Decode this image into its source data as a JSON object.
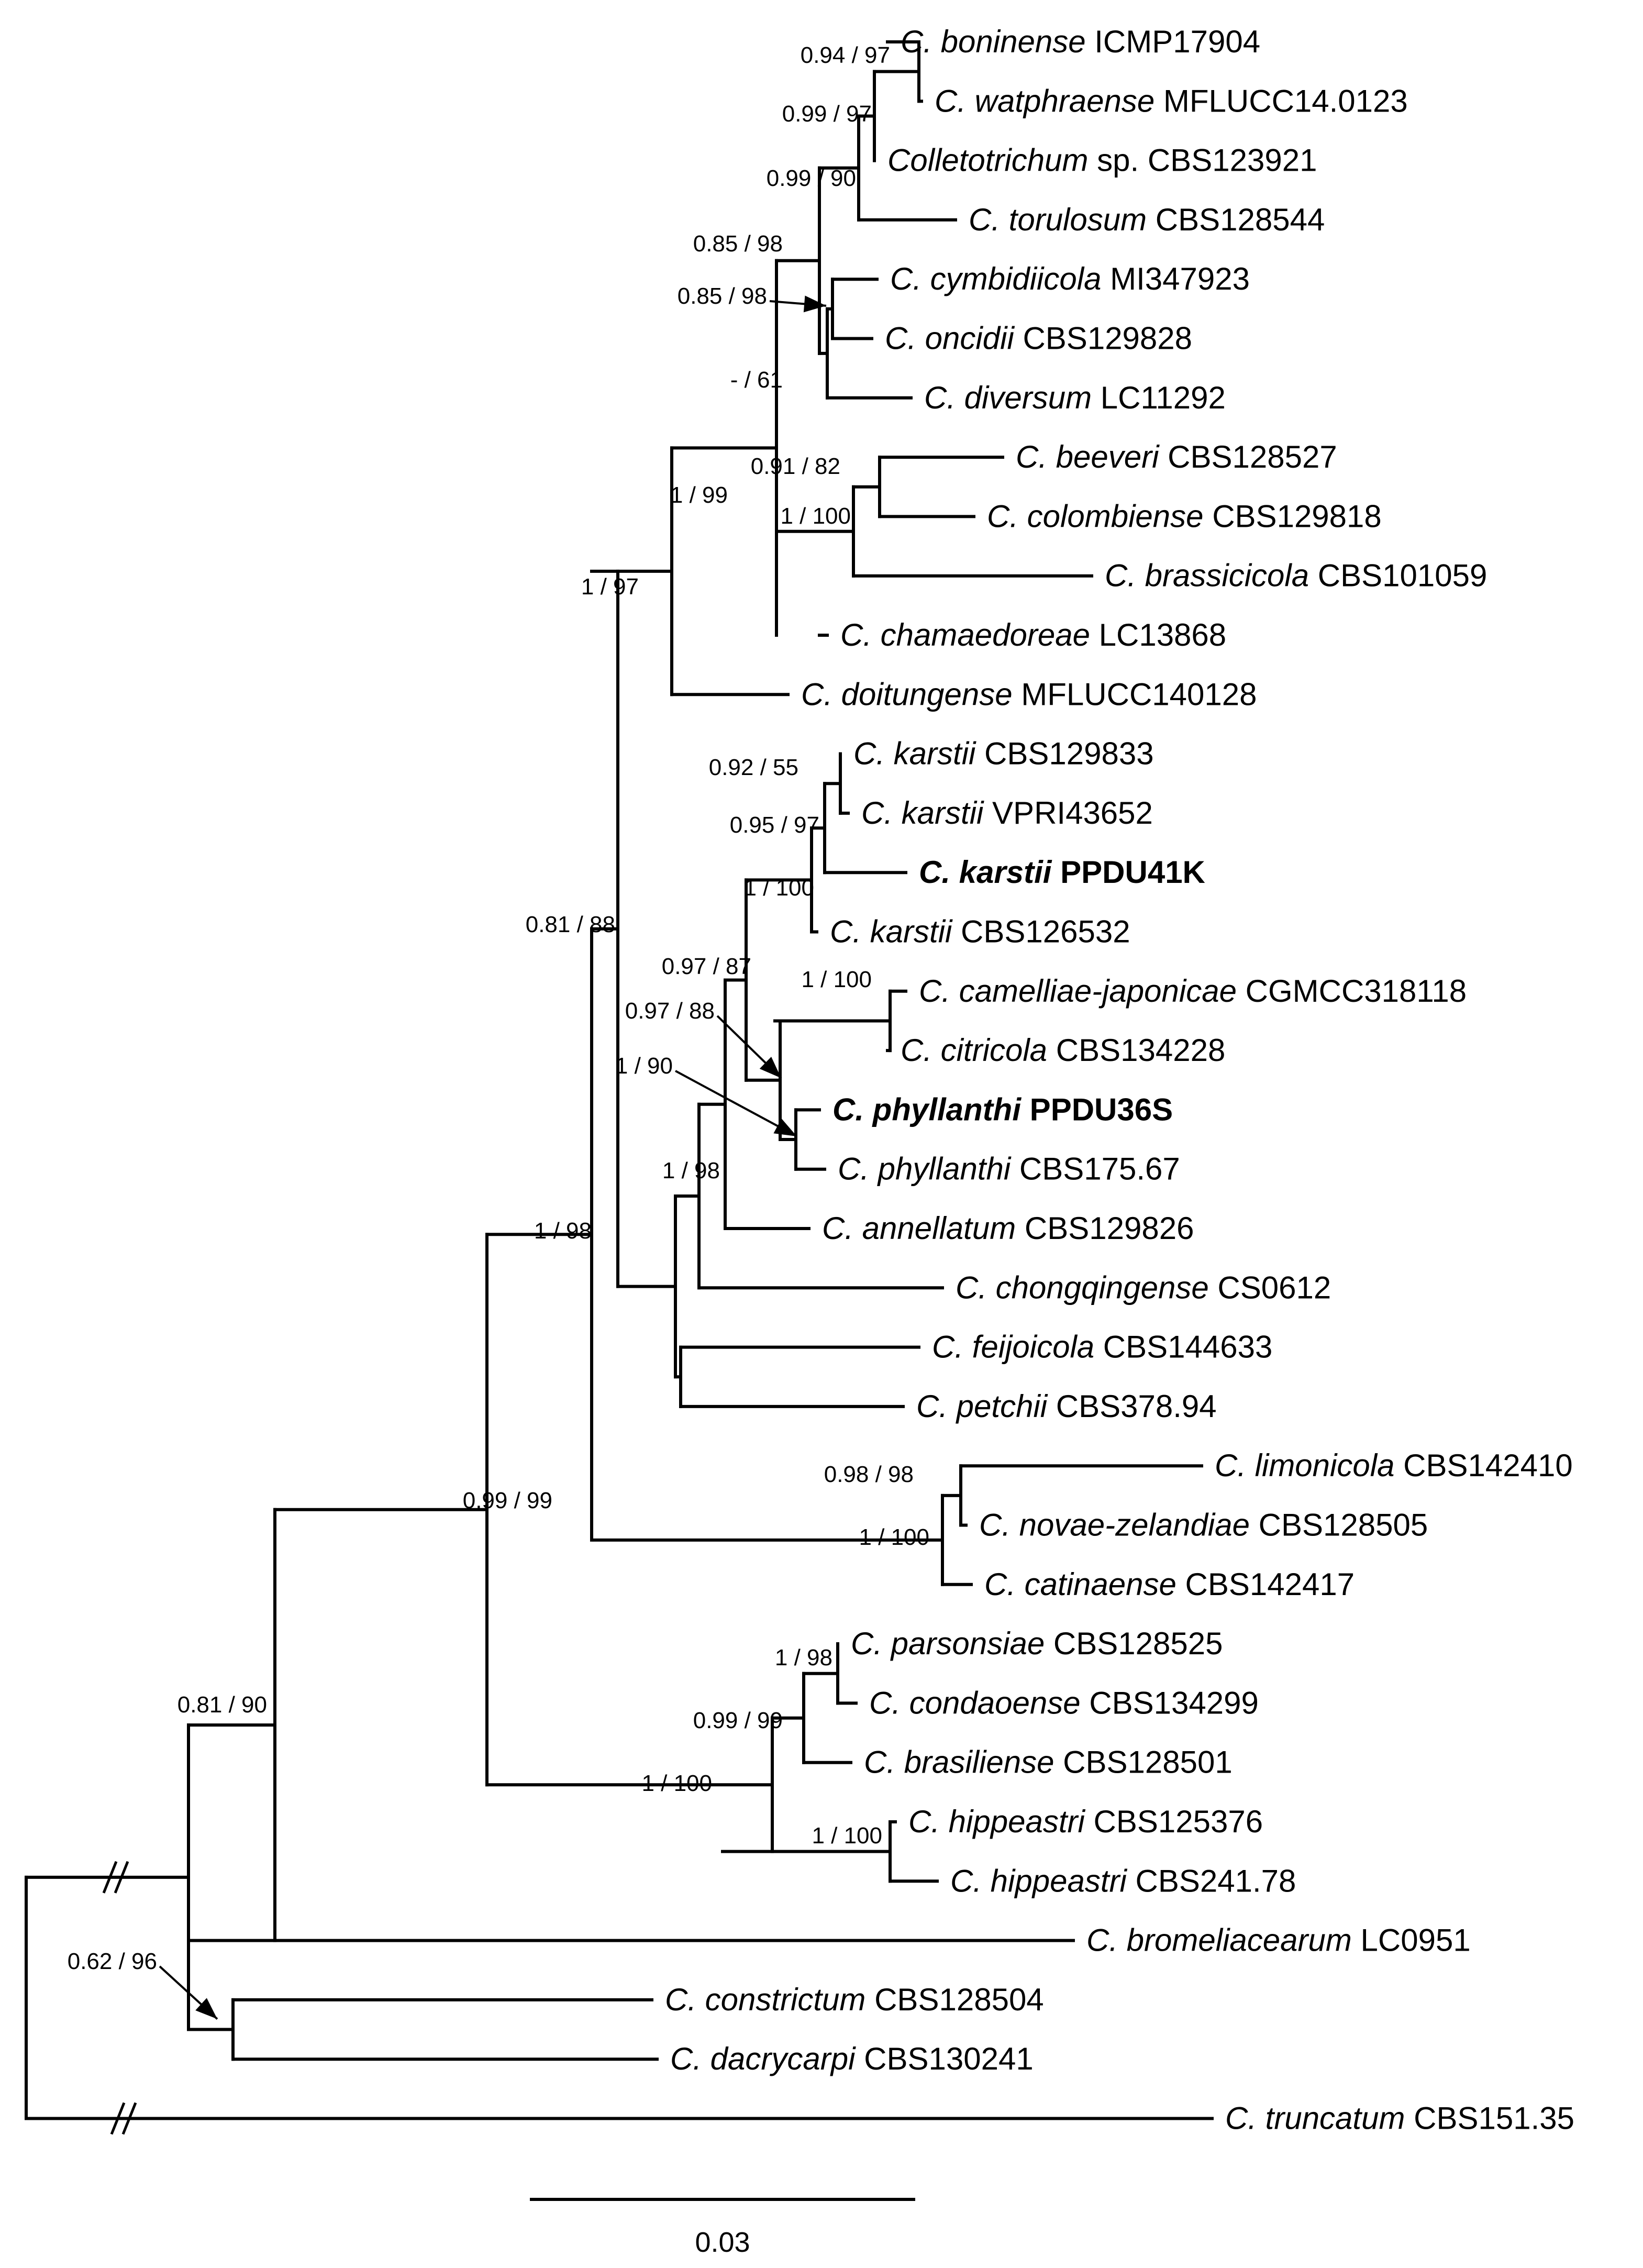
{
  "tree": {
    "taxa": [
      {
        "species": "C. boninense",
        "strain": "ICMP17904"
      },
      {
        "species": "C. watphraense",
        "strain": "MFLUCC14.0123"
      },
      {
        "species": "Colletotrichum",
        "strain": "sp. CBS123921"
      },
      {
        "species": "C. torulosum",
        "strain": "CBS128544"
      },
      {
        "species": "C. cymbidiicola",
        "strain": "MI347923"
      },
      {
        "species": "C. oncidii",
        "strain": "CBS129828"
      },
      {
        "species": "C. diversum",
        "strain": "LC11292"
      },
      {
        "species": "C. beeveri",
        "strain": "CBS128527"
      },
      {
        "species": "C. colombiense",
        "strain": "CBS129818"
      },
      {
        "species": "C. brassicicola",
        "strain": "CBS101059"
      },
      {
        "species": "C. chamaedoreae",
        "strain": "LC13868"
      },
      {
        "species": "C. doitungense",
        "strain": "MFLUCC140128"
      },
      {
        "species": "C. karstii",
        "strain": "CBS129833"
      },
      {
        "species": "C. karstii",
        "strain": "VPRI43652"
      },
      {
        "species": "C. karstii",
        "strain": "PPDU41K",
        "bold": true
      },
      {
        "species": "C. karstii",
        "strain": "CBS126532"
      },
      {
        "species": "C. camelliae-japonicae",
        "strain": "CGMCC318118"
      },
      {
        "species": "C. citricola",
        "strain": "CBS134228"
      },
      {
        "species": "C. phyllanthi",
        "strain": "PPDU36S",
        "bold": true
      },
      {
        "species": "C. phyllanthi",
        "strain": "CBS175.67"
      },
      {
        "species": "C. annellatum",
        "strain": "CBS129826"
      },
      {
        "species": "C. chongqingense",
        "strain": "CS0612"
      },
      {
        "species": "C. feijoicola",
        "strain": "CBS144633"
      },
      {
        "species": "C. petchii",
        "strain": "CBS378.94"
      },
      {
        "species": "C. limonicola",
        "strain": "CBS142410"
      },
      {
        "species": "C. novae-zelandiae",
        "strain": "CBS128505"
      },
      {
        "species": "C. catinaense",
        "strain": "CBS142417"
      },
      {
        "species": "C. parsonsiae",
        "strain": "CBS128525"
      },
      {
        "species": "C. condaoense",
        "strain": "CBS134299"
      },
      {
        "species": "C. brasiliense",
        "strain": "CBS128501"
      },
      {
        "species": "C. hippeastri",
        "strain": "CBS125376"
      },
      {
        "species": "C. hippeastri",
        "strain": "CBS241.78"
      },
      {
        "species": "C. bromeliacearum",
        "strain": "LC0951"
      },
      {
        "species": "C. constrictum",
        "strain": "CBS128504"
      },
      {
        "species": "C. dacrycarpi",
        "strain": "CBS130241"
      },
      {
        "species": "C. truncatum",
        "strain": "CBS151.35"
      }
    ],
    "supports": [
      "0.94 / 97",
      "0.99 / 97",
      "0.99 / 90",
      "0.85 / 98",
      "0.85 / 98",
      "- / 61",
      "0.91 / 82",
      "1 / 100",
      "1 / 99",
      "1 / 97",
      "0.92 / 55",
      "0.95 / 97",
      "1 / 100",
      "0.97 / 87",
      "0.97 / 88",
      "1 / 100",
      "1 / 90",
      "1 / 98",
      "0.81 / 88",
      "0.98 / 98",
      "1 / 100",
      "1 / 98",
      "0.99 / 99",
      "1 / 100",
      "1 / 100",
      "1 / 98",
      "0.99 / 99",
      "0.81 / 90",
      "0.62 / 96"
    ],
    "scale_bar_label": "0.03"
  }
}
